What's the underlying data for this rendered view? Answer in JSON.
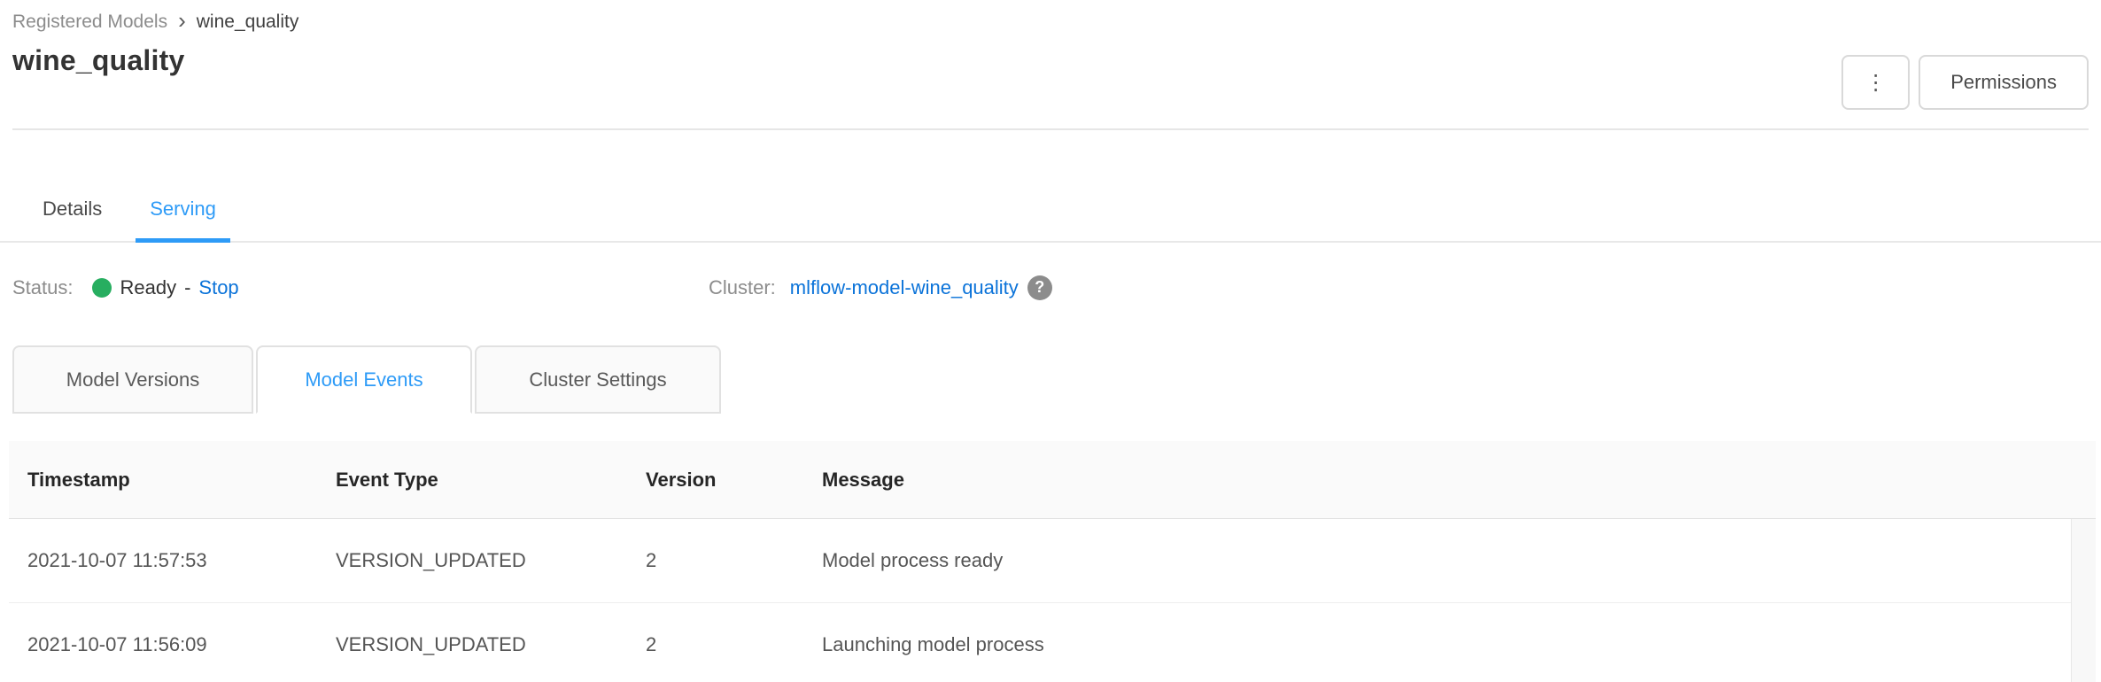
{
  "breadcrumb": {
    "separator": "›",
    "items": [
      {
        "label": "Registered Models"
      },
      {
        "label": "wine_quality"
      }
    ]
  },
  "header": {
    "title": "wine_quality",
    "overflow_menu_glyph": "⋮",
    "permissions_button": "Permissions"
  },
  "primary_tabs": [
    {
      "label": "Details",
      "active": false
    },
    {
      "label": "Serving",
      "active": true
    }
  ],
  "serving_status": {
    "label": "Status:",
    "state": "Ready",
    "separator": "-",
    "stop_link": "Stop",
    "dot_color": "#27ae60"
  },
  "cluster": {
    "label": "Cluster:",
    "link_text": "mlflow-model-wine_quality",
    "help_glyph": "?"
  },
  "secondary_tabs": [
    {
      "label": "Model Versions",
      "active": false
    },
    {
      "label": "Model Events",
      "active": true
    },
    {
      "label": "Cluster Settings",
      "active": false
    }
  ],
  "events_table": {
    "columns": [
      "Timestamp",
      "Event Type",
      "Version",
      "Message"
    ],
    "rows": [
      {
        "timestamp": "2021-10-07 11:57:53",
        "event_type": "VERSION_UPDATED",
        "version": "2",
        "message": "Model process ready"
      },
      {
        "timestamp": "2021-10-07 11:56:09",
        "event_type": "VERSION_UPDATED",
        "version": "2",
        "message": "Launching model process"
      }
    ]
  },
  "colors": {
    "accent_blue": "#2e9bf7",
    "link_blue": "#0b73d9",
    "status_green": "#27ae60"
  }
}
